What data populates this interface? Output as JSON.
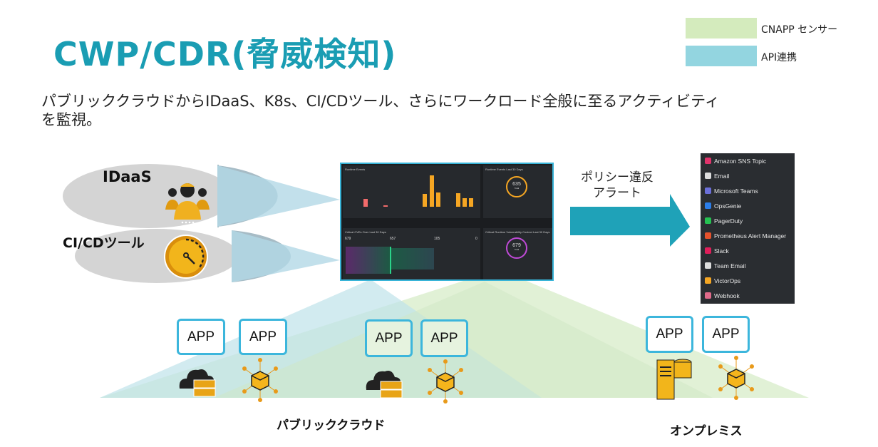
{
  "title": "CWP/CDR(脅威検知)",
  "legend": [
    {
      "label": "CNAPP センサー",
      "color": "#d4ebbd"
    },
    {
      "label": "API連携",
      "color": "#93d5e0"
    }
  ],
  "subtitle": [
    "パブリッククラウドからIDaaS、K8s、CI/CDツール、さらにワークロード全般に至るアクティビティ",
    "を監視。"
  ],
  "sources": [
    {
      "label": "IDaaS",
      "icon": "people-icon"
    },
    {
      "label": "CI/CDツール",
      "icon": "gauge-icon"
    }
  ],
  "dashboard": {
    "runtime_events": {
      "title": "Runtime Events",
      "bars": [
        0,
        0,
        15,
        0,
        0,
        3,
        0,
        0,
        0,
        0,
        0,
        25,
        62,
        28,
        0,
        0,
        27,
        17,
        17
      ]
    },
    "events_30d": {
      "title": "Runtime Events Last 30 Days",
      "total": "635",
      "total_label": "Total"
    },
    "cves": {
      "title": "Critical CVEs Over Last 30 Days",
      "values": [
        "679",
        "657",
        "105",
        "0"
      ]
    },
    "vuln_context": {
      "title": "Critical Runtime Vulnerability Context Last 30 Days",
      "total": "679",
      "total_label": "Total"
    }
  },
  "arrow_label": [
    "ポリシー違反",
    "アラート"
  ],
  "alerts": [
    {
      "label": "Amazon SNS Topic",
      "icon": "amazon-sns-icon",
      "color": "#e0336b"
    },
    {
      "label": "Email",
      "icon": "email-icon",
      "color": "#dddddd"
    },
    {
      "label": "Microsoft Teams",
      "icon": "teams-icon",
      "color": "#6b6fd8"
    },
    {
      "label": "OpsGenie",
      "icon": "opsgenie-icon",
      "color": "#2b7de9"
    },
    {
      "label": "PagerDuty",
      "icon": "pagerduty-icon",
      "color": "#25c151"
    },
    {
      "label": "Prometheus Alert Manager",
      "icon": "prometheus-icon",
      "color": "#e6522c"
    },
    {
      "label": "Slack",
      "icon": "slack-icon",
      "color": "#e01e5a"
    },
    {
      "label": "Team Email",
      "icon": "team-email-icon",
      "color": "#dddddd"
    },
    {
      "label": "VictorOps",
      "icon": "victorops-icon",
      "color": "#f5a623"
    },
    {
      "label": "Webhook",
      "icon": "webhook-icon",
      "color": "#e06a8a"
    }
  ],
  "apps": [
    "APP",
    "APP",
    "APP",
    "APP",
    "APP",
    "APP"
  ],
  "env_labels": {
    "cloud": "パブリッククラウド",
    "onprem": "オンプレミス"
  }
}
